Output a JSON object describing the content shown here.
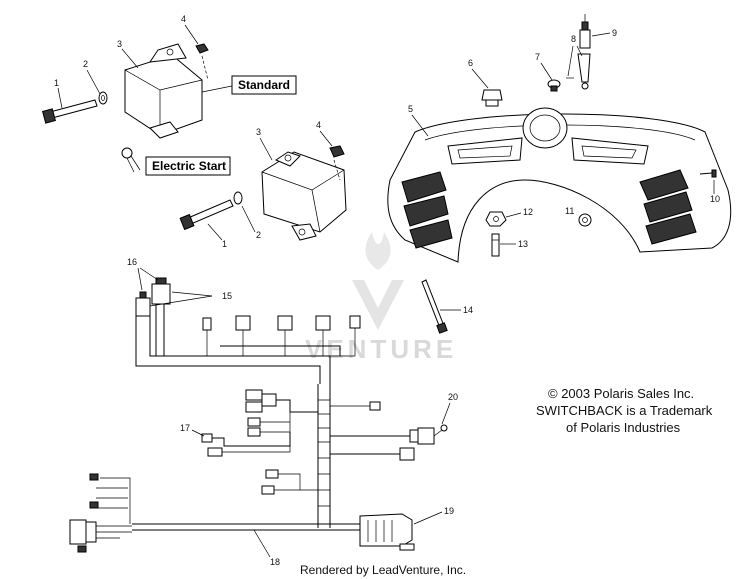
{
  "labels": {
    "standard": "Standard",
    "electric_start": "Electric Start"
  },
  "callouts": {
    "c1a": "1",
    "c2a": "2",
    "c3a": "3",
    "c4a": "4",
    "c3b": "3",
    "c4b": "4",
    "c1b": "1",
    "c2b": "2",
    "c5": "5",
    "c6": "6",
    "c7": "7",
    "c8": "8",
    "c9": "9",
    "c10": "10",
    "c11": "11",
    "c12": "12",
    "c13": "13",
    "c14": "14",
    "c15": "15",
    "c16": "16",
    "c17": "17",
    "c18": "18",
    "c19": "19",
    "c20": "20"
  },
  "copyright": {
    "line1": "© 2003 Polaris Sales Inc.",
    "line2": "SWITCHBACK is a Trademark",
    "line3": "of Polaris Industries"
  },
  "watermark": "VENTURE",
  "credit": "Rendered by LeadVenture, Inc."
}
